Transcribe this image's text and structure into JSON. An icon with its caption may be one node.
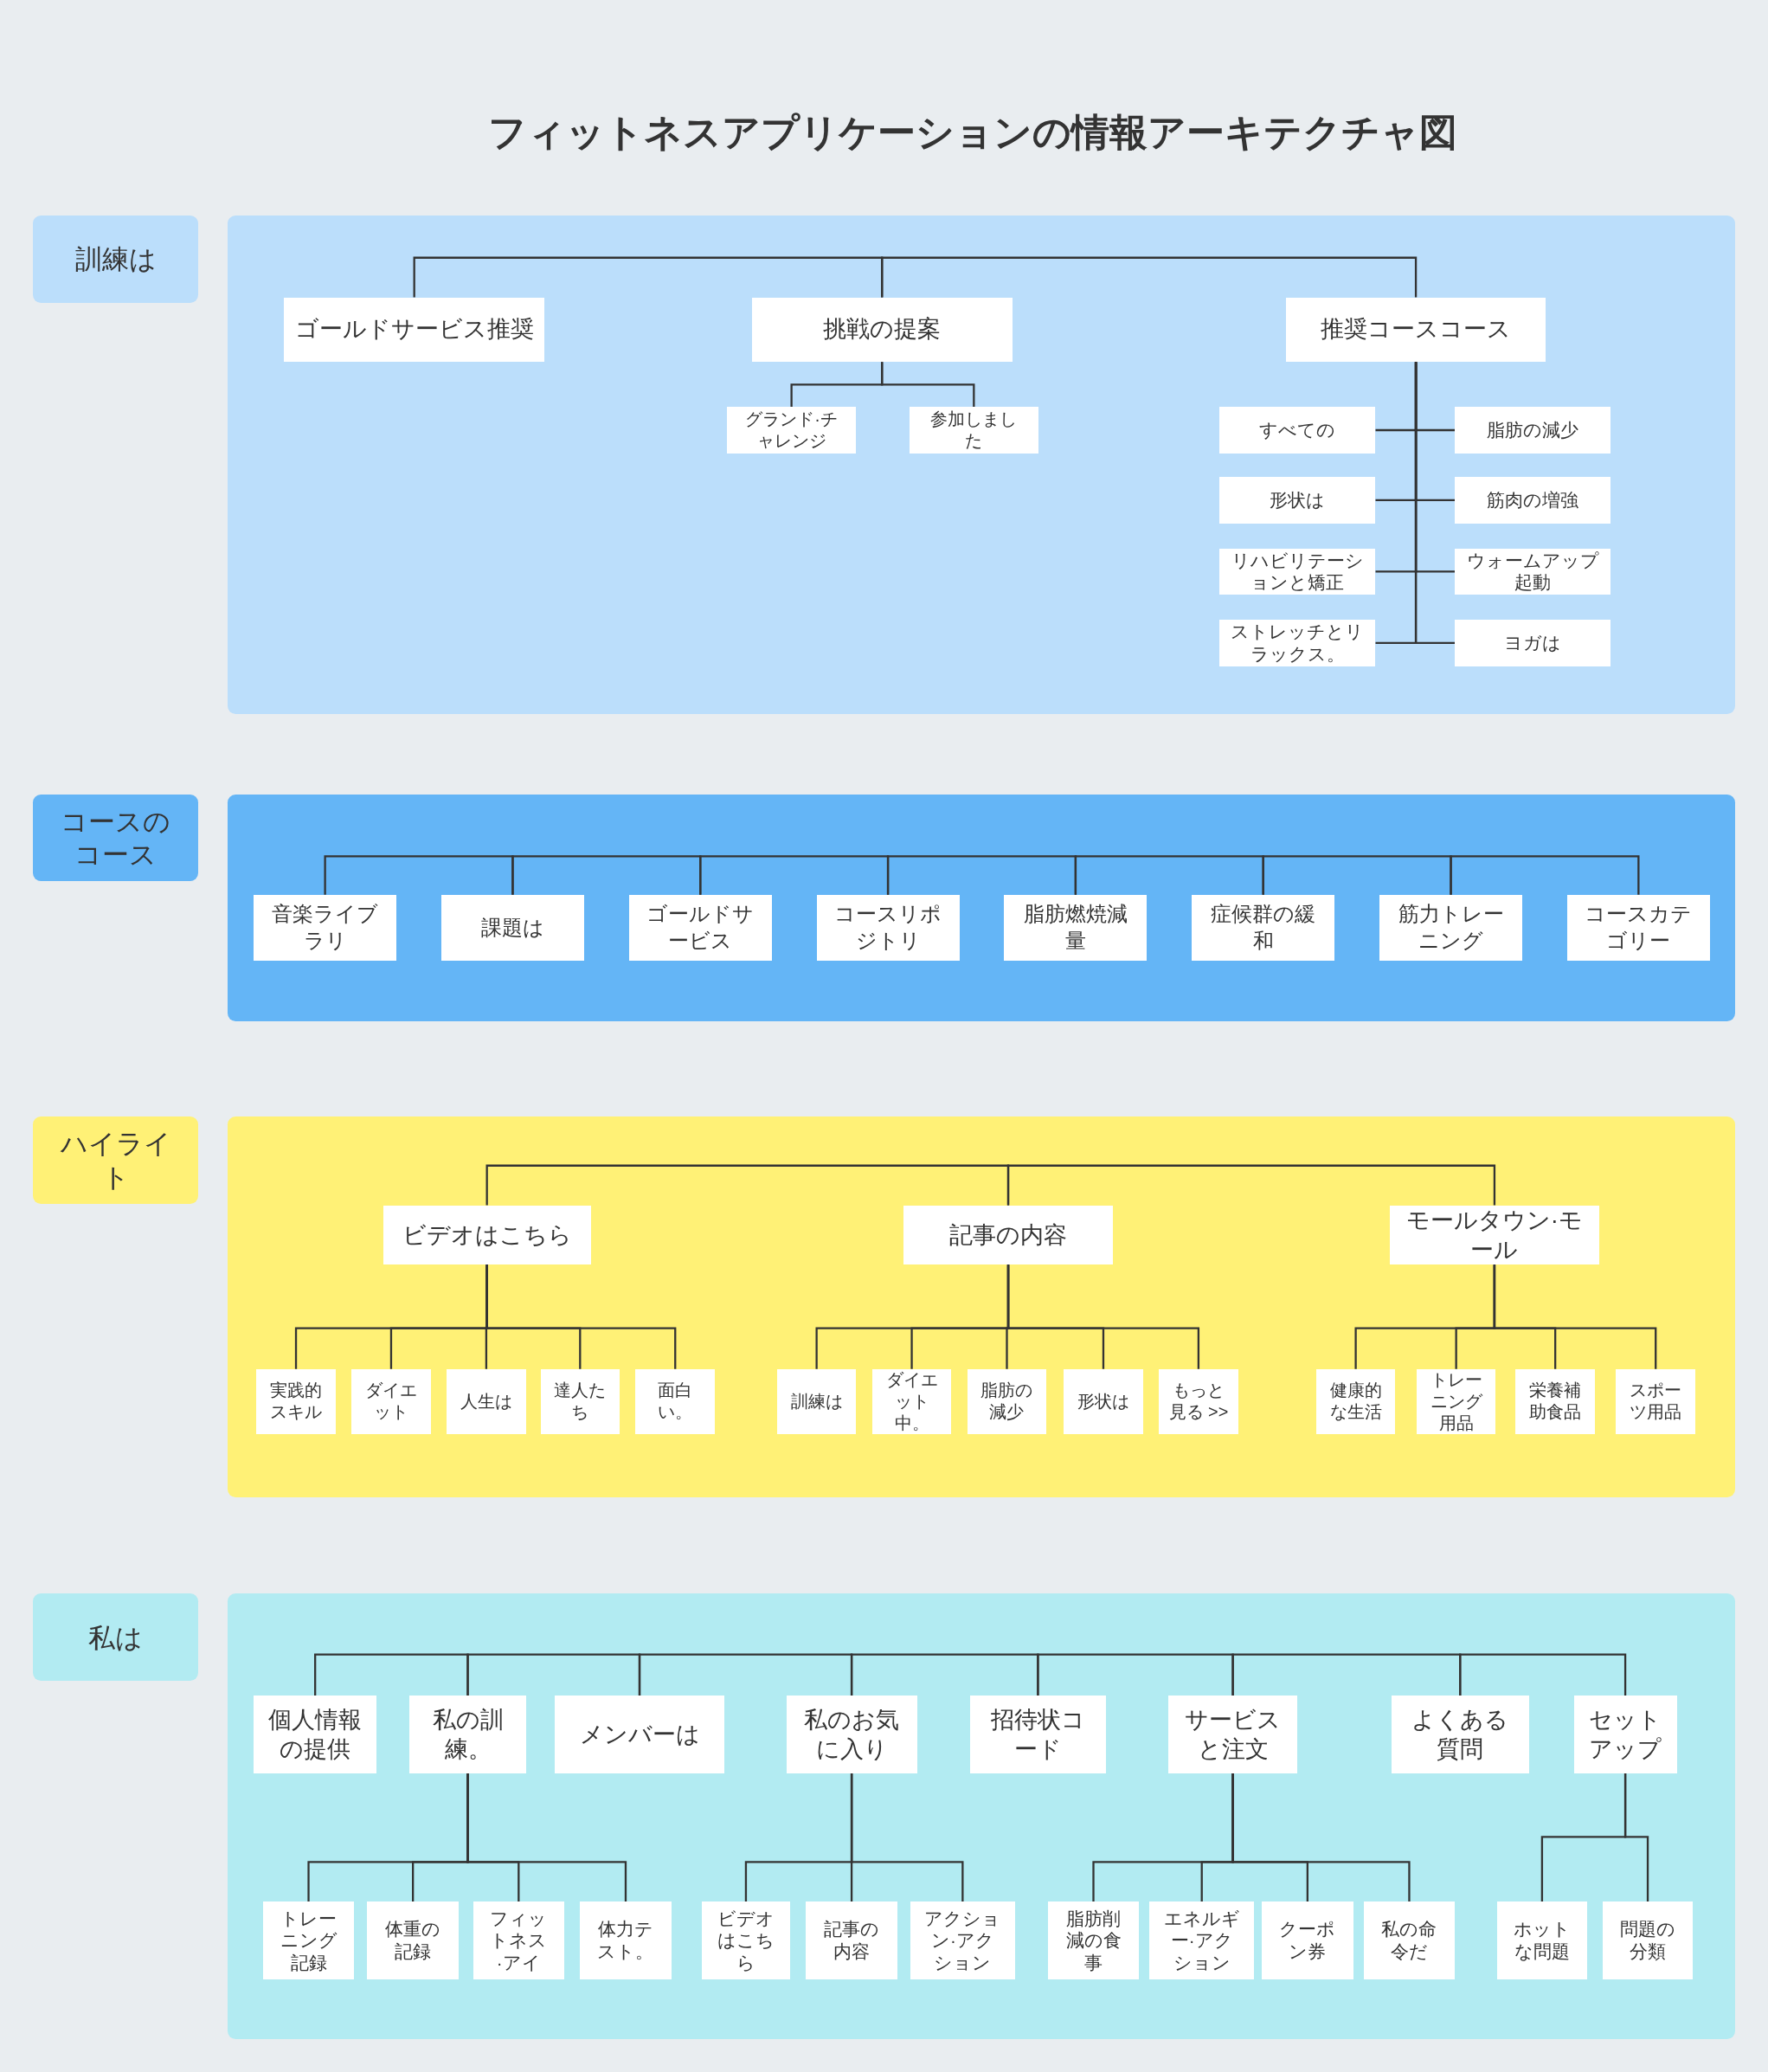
{
  "diagram": {
    "title": "フィットネスアプリケーションの情報アーキテクチャ図",
    "nodes": [
      {
        "text": [
          "訓練は"
        ]
      },
      {
        "text": [],
        "shape": "box"
      },
      {
        "text": [
          "ゴールドサービス推奨"
        ],
        "in": 1
      },
      {
        "text": [
          "挑戦の提案"
        ],
        "in": 1
      },
      {
        "text": [
          "推奨コースコース"
        ],
        "in": 1
      },
      {
        "text": [
          "グランド·チャレンジ"
        ],
        "in": 1
      },
      {
        "text": [
          "参加しました"
        ],
        "in": 1
      },
      {
        "text": [
          "すべての"
        ],
        "in": 1
      },
      {
        "text": [
          "脂肪の減少"
        ],
        "in": 1
      },
      {
        "text": [
          "形状は"
        ],
        "in": 1
      },
      {
        "text": [
          "筋肉の増強"
        ],
        "in": 1
      },
      {
        "text": [
          "リハビリテーションと矯正"
        ],
        "in": 1
      },
      {
        "text": [
          "ウォームアップ起動"
        ],
        "in": 1
      },
      {
        "text": [
          "ストレッチとリラックス。"
        ],
        "in": 1
      },
      {
        "text": [
          "ヨガは"
        ],
        "in": 1
      },
      {
        "text": [
          "コースのコース"
        ]
      },
      {
        "text": [],
        "shape": "box"
      },
      {
        "text": [
          "音楽ライブラリ"
        ],
        "in": 16
      },
      {
        "text": [
          "課題は"
        ],
        "in": 16
      },
      {
        "text": [
          "ゴールドサービス"
        ],
        "in": 16
      },
      {
        "text": [
          "コースリポジトリ"
        ],
        "in": 16
      },
      {
        "text": [
          "脂肪燃焼減量"
        ],
        "in": 16
      },
      {
        "text": [
          "症候群の緩和"
        ],
        "in": 16
      },
      {
        "text": [
          "筋力トレーニング"
        ],
        "in": 16
      },
      {
        "text": [
          "コースカテゴリー"
        ],
        "in": 16
      },
      {
        "text": [
          "ハイライト"
        ]
      },
      {
        "text": [],
        "shape": "box"
      },
      {
        "text": [
          "ビデオはこちら"
        ],
        "in": 26
      },
      {
        "text": [
          "記事の内容"
        ],
        "in": 26
      },
      {
        "text": [
          "モールタウン·モール"
        ],
        "in": 26
      },
      {
        "text": [
          "実践的スキル"
        ],
        "in": 26
      },
      {
        "text": [
          "ダイエット"
        ],
        "in": 26
      },
      {
        "text": [
          "人生は"
        ],
        "in": 26
      },
      {
        "text": [
          "達人たち"
        ],
        "in": 26
      },
      {
        "text": [
          "面白い。"
        ],
        "in": 26
      },
      {
        "text": [
          "訓練は"
        ],
        "in": 26
      },
      {
        "text": [
          "ダイエット中。"
        ],
        "in": 26
      },
      {
        "text": [
          "脂肪の減少"
        ],
        "in": 26
      },
      {
        "text": [
          "形状は"
        ],
        "in": 26
      },
      {
        "text": [
          "もっと見る >>"
        ],
        "in": 26
      },
      {
        "text": [
          "健康的な生活"
        ],
        "in": 26
      },
      {
        "text": [
          "トレーニング用品"
        ],
        "in": 26
      },
      {
        "text": [
          "栄養補助食品"
        ],
        "in": 26
      },
      {
        "text": [
          "スポーツ用品"
        ],
        "in": 26
      },
      {
        "text": [
          "私は"
        ]
      },
      {
        "text": [],
        "shape": "box"
      },
      {
        "text": [
          "個人情報の提供"
        ],
        "in": 45
      },
      {
        "text": [
          "私の訓練。"
        ],
        "in": 45
      },
      {
        "text": [
          "メンバーは"
        ],
        "in": 45
      },
      {
        "text": [
          "私のお気に入り"
        ],
        "in": 45
      },
      {
        "text": [
          "招待状コード"
        ],
        "in": 45
      },
      {
        "text": [
          "サービスと注文"
        ],
        "in": 45
      },
      {
        "text": [
          "よくある質問"
        ],
        "in": 45
      },
      {
        "text": [
          "セットアップ"
        ],
        "in": 45
      },
      {
        "text": [
          "トレーニング記録"
        ],
        "in": 45
      },
      {
        "text": [
          "体重の記録"
        ],
        "in": 45
      },
      {
        "text": [
          "フィットネス·アイ"
        ],
        "in": 45
      },
      {
        "text": [
          "体力テスト。"
        ],
        "in": 45
      },
      {
        "text": [
          "ビデオはこちら"
        ],
        "in": 45
      },
      {
        "text": [
          "記事の内容"
        ],
        "in": 45
      },
      {
        "text": [
          "アクション·アクション"
        ],
        "in": 45
      },
      {
        "text": [
          "脂肪削減の食事"
        ],
        "in": 45
      },
      {
        "text": [
          "エネルギー·アクション"
        ],
        "in": 45
      },
      {
        "text": [
          "クーポン券"
        ],
        "in": 45
      },
      {
        "text": [
          "私の命令だ"
        ],
        "in": 45
      },
      {
        "text": [
          "ホットな問題"
        ],
        "in": 45
      },
      {
        "text": [
          "問題の分類"
        ],
        "in": 45
      }
    ],
    "edges": [
      {
        "from": 2,
        "to": 3,
        "arrow": "none"
      },
      {
        "from": 3,
        "to": 4,
        "arrow": "none"
      },
      {
        "from": 3,
        "to": 5,
        "arrow": "none"
      },
      {
        "from": 3,
        "to": 6,
        "arrow": "none"
      },
      {
        "from": 4,
        "to": 7,
        "arrow": "none"
      },
      {
        "from": 4,
        "to": 8,
        "arrow": "none"
      },
      {
        "from": 4,
        "to": 9,
        "arrow": "none"
      },
      {
        "from": 4,
        "to": 10,
        "arrow": "none"
      },
      {
        "from": 4,
        "to": 11,
        "arrow": "none"
      },
      {
        "from": 4,
        "to": 12,
        "arrow": "none"
      },
      {
        "from": 4,
        "to": 13,
        "arrow": "none"
      },
      {
        "from": 4,
        "to": 14,
        "arrow": "none"
      },
      {
        "from": 17,
        "to": 18,
        "arrow": "none"
      },
      {
        "from": 18,
        "to": 19,
        "arrow": "none"
      },
      {
        "from": 19,
        "to": 20,
        "arrow": "none"
      },
      {
        "from": 20,
        "to": 21,
        "arrow": "none"
      },
      {
        "from": 21,
        "to": 22,
        "arrow": "none"
      },
      {
        "from": 22,
        "to": 23,
        "arrow": "none"
      },
      {
        "from": 23,
        "to": 24,
        "arrow": "none"
      },
      {
        "from": 27,
        "to": 28,
        "arrow": "none"
      },
      {
        "from": 28,
        "to": 29,
        "arrow": "none"
      },
      {
        "from": 27,
        "to": 30,
        "arrow": "none"
      },
      {
        "from": 27,
        "to": 31,
        "arrow": "none"
      },
      {
        "from": 27,
        "to": 32,
        "arrow": "none"
      },
      {
        "from": 27,
        "to": 33,
        "arrow": "none"
      },
      {
        "from": 27,
        "to": 34,
        "arrow": "none"
      },
      {
        "from": 28,
        "to": 35,
        "arrow": "none"
      },
      {
        "from": 28,
        "to": 36,
        "arrow": "none"
      },
      {
        "from": 28,
        "to": 37,
        "arrow": "none"
      },
      {
        "from": 28,
        "to": 38,
        "arrow": "none"
      },
      {
        "from": 28,
        "to": 39,
        "arrow": "none"
      },
      {
        "from": 29,
        "to": 40,
        "arrow": "none"
      },
      {
        "from": 29,
        "to": 41,
        "arrow": "none"
      },
      {
        "from": 29,
        "to": 42,
        "arrow": "none"
      },
      {
        "from": 29,
        "to": 43,
        "arrow": "none"
      },
      {
        "from": 46,
        "to": 47,
        "arrow": "none"
      },
      {
        "from": 47,
        "to": 48,
        "arrow": "none"
      },
      {
        "from": 48,
        "to": 49,
        "arrow": "none"
      },
      {
        "from": 49,
        "to": 50,
        "arrow": "none"
      },
      {
        "from": 50,
        "to": 51,
        "arrow": "none"
      },
      {
        "from": 51,
        "to": 52,
        "arrow": "none"
      },
      {
        "from": 52,
        "to": 53,
        "arrow": "none"
      },
      {
        "from": 47,
        "to": 54,
        "arrow": "none"
      },
      {
        "from": 47,
        "to": 55,
        "arrow": "none"
      },
      {
        "from": 47,
        "to": 56,
        "arrow": "none"
      },
      {
        "from": 47,
        "to": 57,
        "arrow": "none"
      },
      {
        "from": 49,
        "to": 58,
        "arrow": "none"
      },
      {
        "from": 49,
        "to": 59,
        "arrow": "none"
      },
      {
        "from": 49,
        "to": 60,
        "arrow": "none"
      },
      {
        "from": 51,
        "to": 61,
        "arrow": "none"
      },
      {
        "from": 51,
        "to": 62,
        "arrow": "none"
      },
      {
        "from": 51,
        "to": 63,
        "arrow": "none"
      },
      {
        "from": 51,
        "to": 64,
        "arrow": "none"
      },
      {
        "from": 53,
        "to": 65,
        "arrow": "none"
      },
      {
        "from": 53,
        "to": 66,
        "arrow": "none"
      }
    ]
  }
}
